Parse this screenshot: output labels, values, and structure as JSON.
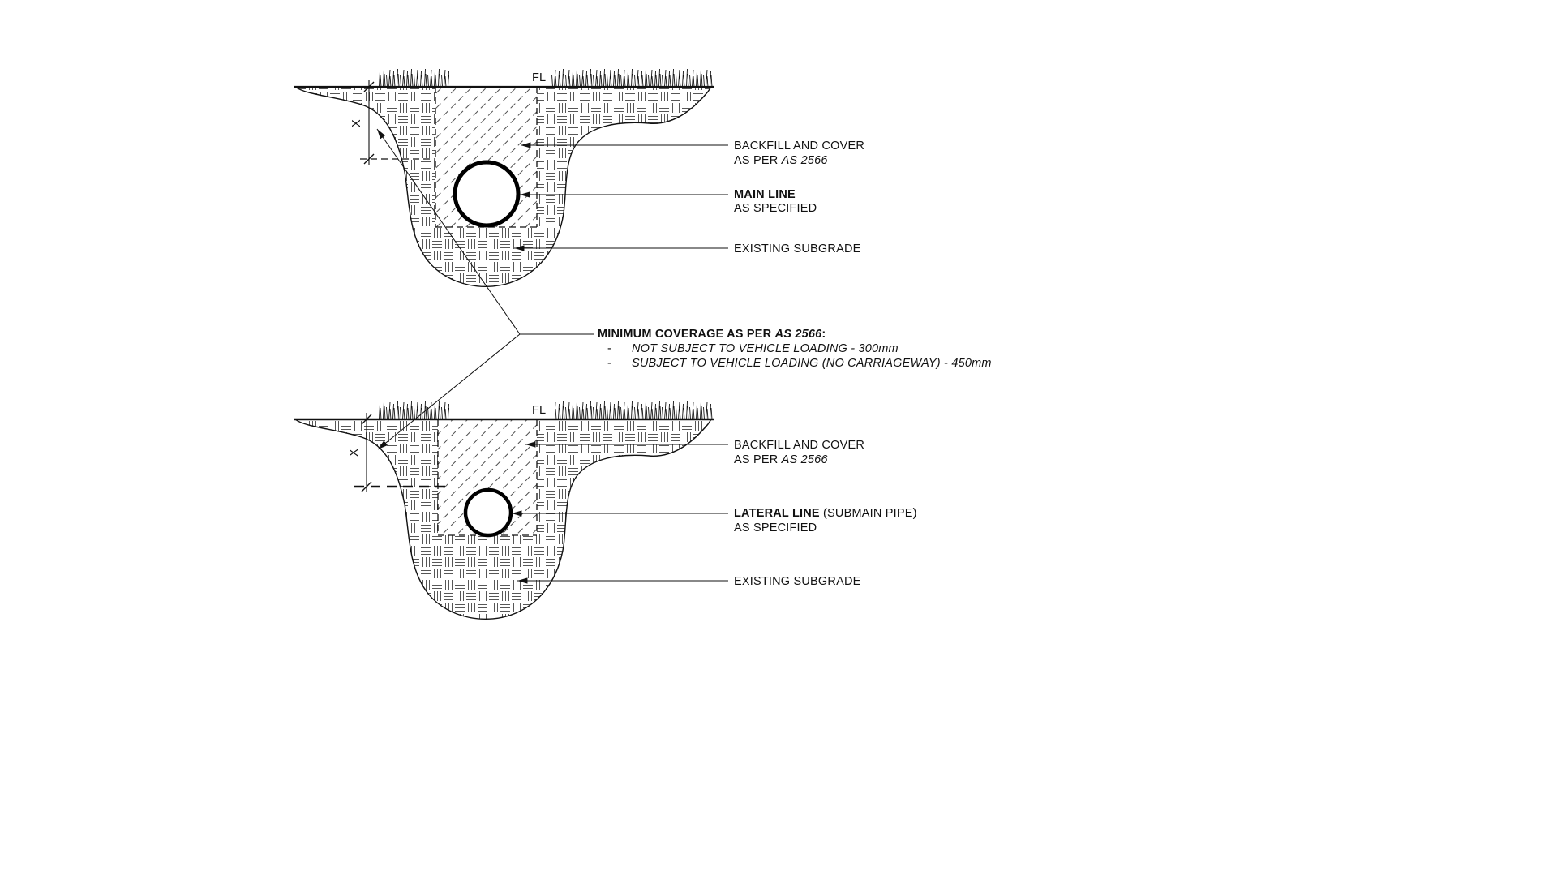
{
  "colors": {
    "line": "#111111",
    "background": "#ffffff"
  },
  "top_detail": {
    "fl_label": "FL",
    "dimension_label": "X",
    "backfill_label_line1": "BACKFILL AND COVER",
    "backfill_label_line2_prefix": "AS PER ",
    "backfill_label_line2_standard": "AS 2566",
    "pipe_label_line1": "MAIN LINE",
    "pipe_label_line2": "AS SPECIFIED",
    "subgrade_label": "EXISTING SUBGRADE"
  },
  "coverage_note": {
    "title_prefix": "MINIMUM COVERAGE AS PER ",
    "title_standard": "AS 2566",
    "title_suffix": ":",
    "items": [
      {
        "bullet": "-",
        "text": "NOT SUBJECT TO VEHICLE LOADING - 300mm"
      },
      {
        "bullet": "-",
        "text": "SUBJECT TO VEHICLE LOADING (NO CARRIAGEWAY) - 450mm"
      }
    ]
  },
  "bottom_detail": {
    "fl_label": "FL",
    "dimension_label": "X",
    "backfill_label_line1": "BACKFILL AND COVER",
    "backfill_label_line2_prefix": "AS PER ",
    "backfill_label_line2_standard": "AS 2566",
    "pipe_label_line1_bold": "LATERAL LINE",
    "pipe_label_line1_rest": " (SUBMAIN PIPE)",
    "pipe_label_line2": "AS SPECIFIED",
    "subgrade_label": "EXISTING SUBGRADE"
  }
}
